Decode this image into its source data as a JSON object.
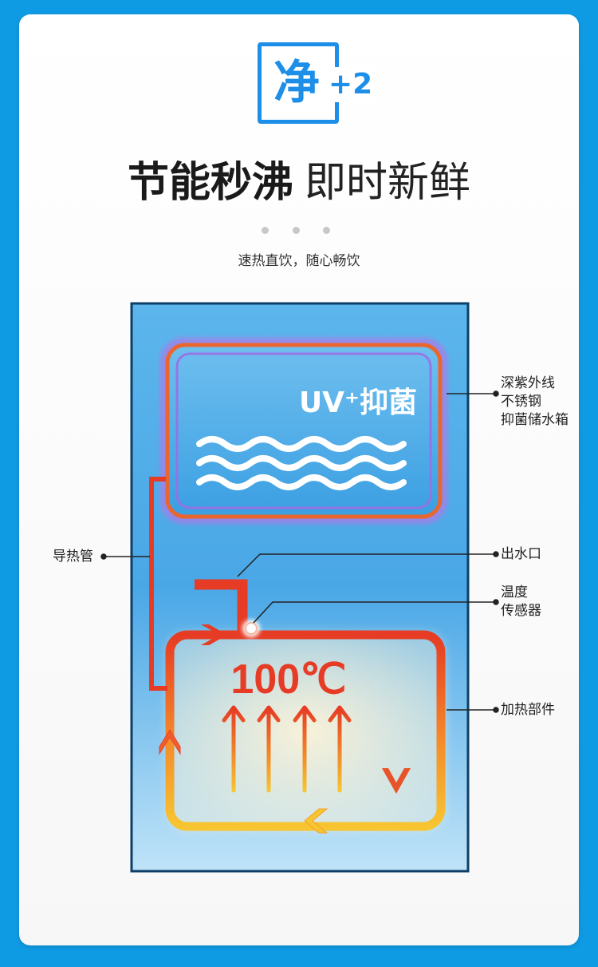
{
  "badge": {
    "char": "净",
    "plus": "+2"
  },
  "title": {
    "bold": "节能秒沸",
    "light": "即时新鲜"
  },
  "subtitle": "速热直饮，随心畅饮",
  "diagram": {
    "uv_label": "UV⁺抑菌",
    "temperature": "100℃",
    "labels": {
      "tank_line1": "深紫外线",
      "tank_line2": "不锈钢",
      "tank_line3": "抑菌储水箱",
      "pipe": "导热管",
      "outlet": "出水口",
      "sensor_line1": "温度",
      "sensor_line2": "传感器",
      "heater": "加热部件"
    }
  },
  "colors": {
    "background": "#0f9be4",
    "accent_blue": "#1d8fe8",
    "heat_red": "#e63b24",
    "heat_yellow": "#f7c531",
    "tank_frame": "#0d3f66"
  },
  "icons": [
    "wave-icon",
    "arrow-up-icon",
    "arrow-down-icon",
    "chevron-icon"
  ]
}
